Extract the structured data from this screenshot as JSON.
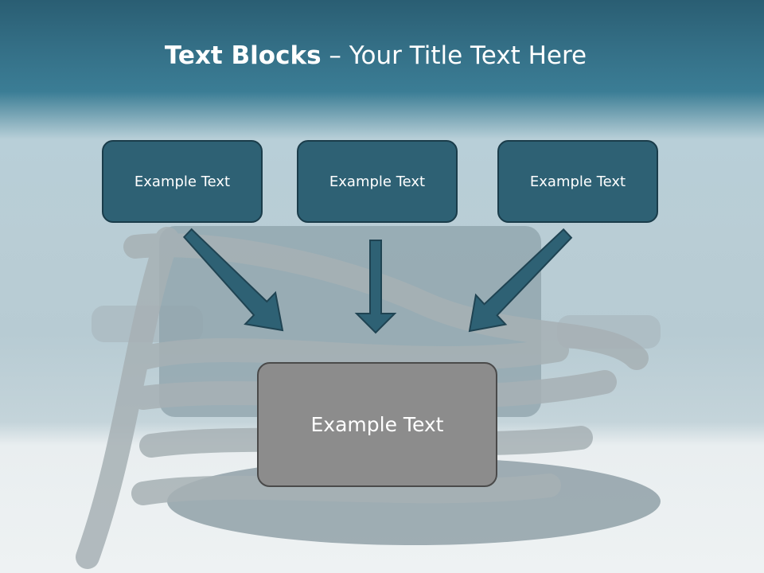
{
  "slide": {
    "title_bold": "Text Blocks",
    "title_rest": " – Your Title Text Here",
    "blocks": [
      {
        "label": "Example Text"
      },
      {
        "label": "Example Text"
      },
      {
        "label": "Example Text"
      }
    ],
    "target_block": {
      "label": "Example Text"
    }
  },
  "colors": {
    "header_band": "#2a5e73",
    "block_fill": "#2e6174",
    "block_border": "#1a3c4a",
    "target_fill": "#8c8c8c",
    "arrow_fill": "#2e6174"
  }
}
